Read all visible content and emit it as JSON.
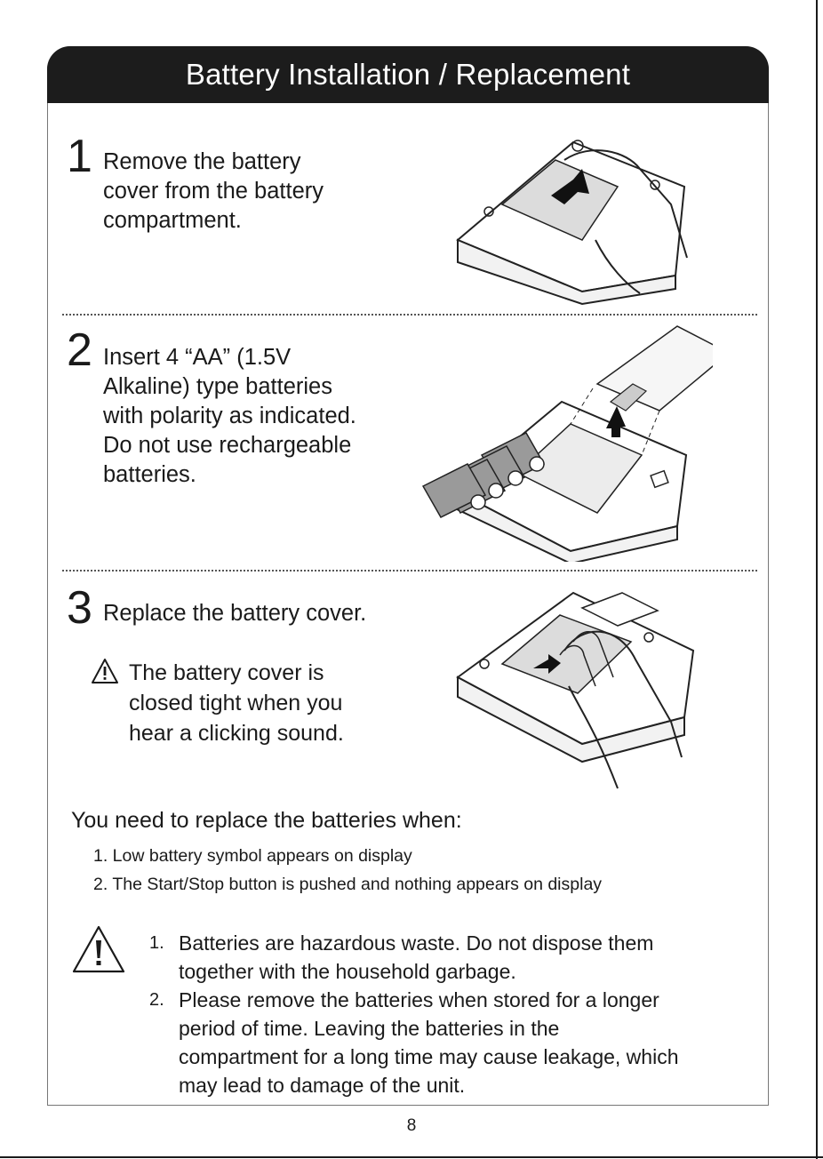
{
  "title": "Battery Installation / Replacement",
  "steps": [
    {
      "number": "1",
      "lines": [
        "Remove the battery",
        "cover from the battery",
        "compartment."
      ]
    },
    {
      "number": "2",
      "lines": [
        "Insert 4 “AA” (1.5V",
        "Alkaline) type batteries",
        "with polarity as indicated.",
        "Do not use rechargeable",
        "batteries."
      ]
    },
    {
      "number": "3",
      "lines": [
        "Replace the battery cover."
      ]
    }
  ],
  "caution": [
    "The battery cover is",
    "closed tight when you",
    "hear a clicking sound."
  ],
  "replace": {
    "title": "You need to replace the batteries when:",
    "items": [
      "1.  Low battery symbol appears on display",
      "2.  The Start/Stop button is pushed and nothing appears on display"
    ]
  },
  "warnings": {
    "numbers": [
      "1.",
      "2."
    ],
    "lines": [
      "Batteries are hazardous waste. Do not dispose them",
      "together with the household garbage.",
      "Please remove the batteries when stored for a longer",
      "period of time. Leaving the batteries in the",
      "compartment for a long time may cause leakage, which",
      "may lead to damage of the unit."
    ]
  },
  "page_number": "8"
}
